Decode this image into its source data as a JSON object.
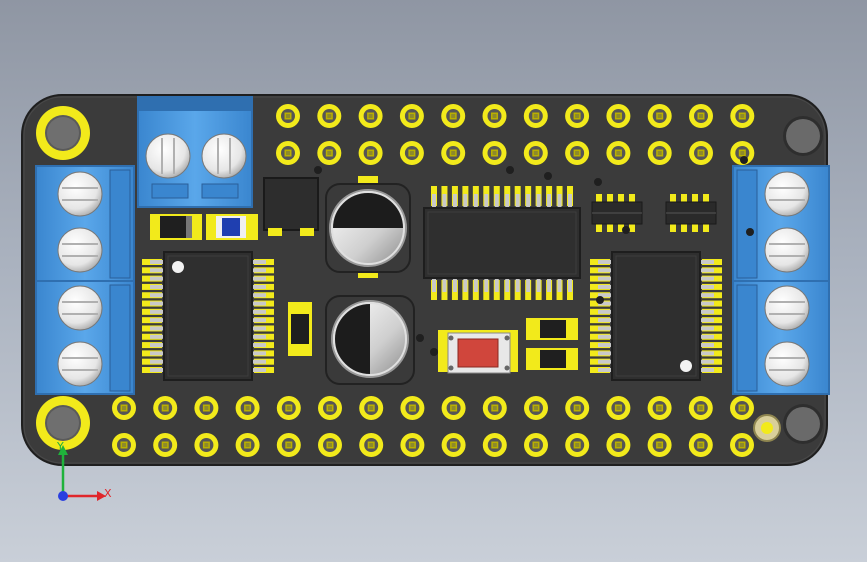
{
  "viewport": {
    "background_top": "#8f96a3",
    "background_bottom": "#c9cfd8"
  },
  "colors": {
    "pcb": "#3b3b3b",
    "pcb_edge": "#2a2a2a",
    "gold": "#f2ea1b",
    "gold_dark": "#b9b000",
    "terminal_blue": "#4f9de0",
    "terminal_blue_dark": "#2f6fb0",
    "chip": "#2f2f2f",
    "chip_dark": "#1e1e1e",
    "pin_silver": "#c9c9c9",
    "cap_silver": "#cfcfcf",
    "switch_red": "#d0463c",
    "axis_x": "#e0262b",
    "axis_y": "#1fb23b",
    "axis_z": "#2a3fe0"
  },
  "axis_triad": {
    "x_label": "X",
    "y_label": "Y"
  },
  "components": {
    "terminals": [
      "terminal-block-top-left",
      "terminal-block-left-upper",
      "terminal-block-left-lower",
      "terminal-block-right-upper",
      "terminal-block-right-lower"
    ],
    "ics": [
      "motor-driver-ic-left",
      "pwm-controller-ic-center",
      "motor-driver-ic-right"
    ],
    "capacitors": [
      "electrolytic-capacitor-upper",
      "electrolytic-capacitor-lower"
    ],
    "switch": "power-switch",
    "header_rows": 4,
    "header_pins_per_top_row": 12,
    "header_pins_per_bottom_row": 16
  }
}
